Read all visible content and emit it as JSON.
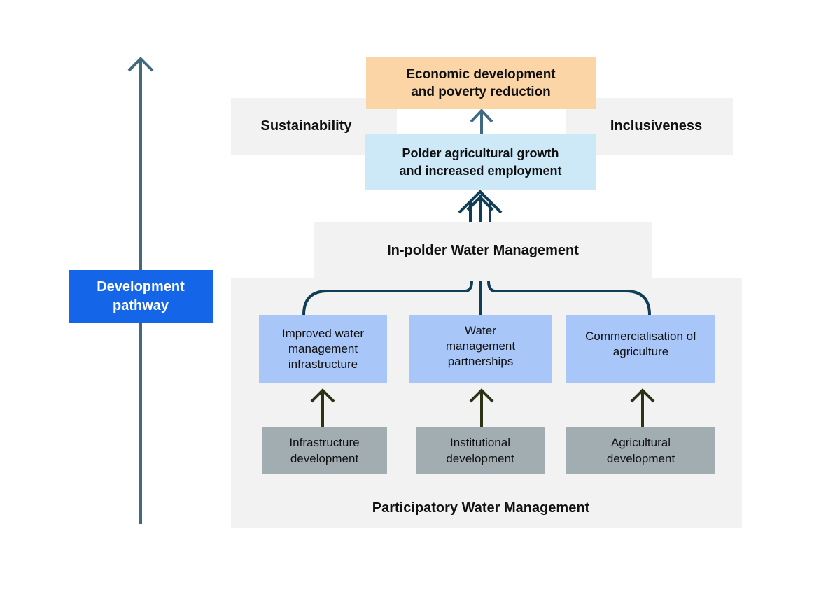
{
  "diagram": {
    "top_goal": "Economic development\nand poverty reduction",
    "sustainability": "Sustainability",
    "inclusiveness": "Inclusiveness",
    "growth": "Polder agricultural growth\nand increased employment",
    "inpolder": "In-polder Water Management",
    "participatory": "Participatory Water Management",
    "pathway": "Development\npathway",
    "outcomes": [
      "Improved water\nmanagement\ninfrastructure",
      "Water\nmanagement\npartnerships",
      "Commercialisation of\nagriculture"
    ],
    "inputs": [
      "Infrastructure\ndevelopment",
      "Institutional\ndevelopment",
      "Agricultural\ndevelopment"
    ]
  },
  "colors": {
    "orange": "#fcd5a6",
    "light_blue": "#cde9f8",
    "mid_blue": "#a8c6f8",
    "grey_box": "#a2adb1",
    "panel_grey": "#f2f2f2",
    "pathway_blue": "#1565e8",
    "arrow_teal": "#3f6a80",
    "connector_navy": "#0f3f57",
    "arrow_olive": "#2a3413"
  }
}
